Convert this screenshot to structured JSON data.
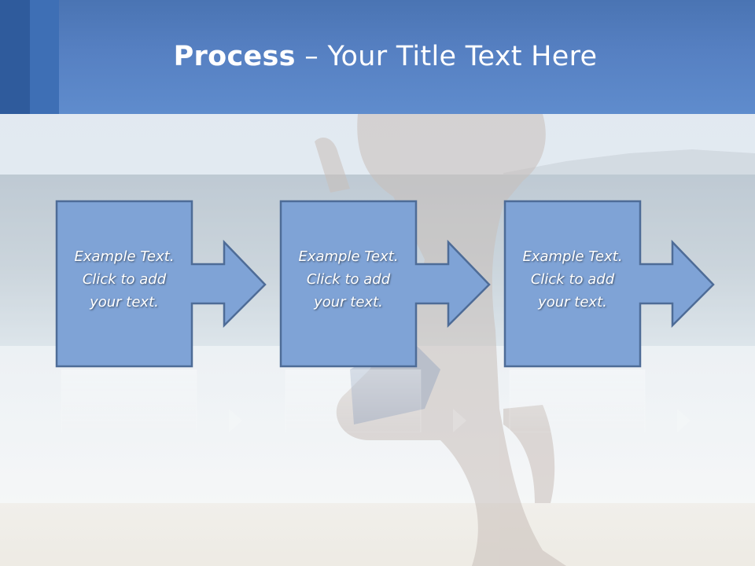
{
  "slide": {
    "title_bold": "Process",
    "title_rest": " – Your Title Text Here"
  },
  "steps": [
    {
      "line1": "Example Text.",
      "line2": "Click  to add",
      "line3": "your text."
    },
    {
      "line1": "Example Text.",
      "line2": "Click  to add",
      "line3": "your text."
    },
    {
      "line1": "Example Text.",
      "line2": "Click  to add",
      "line3": "your text."
    }
  ],
  "colors": {
    "header": "#5680c2",
    "box_fill": "#7fa3d6",
    "box_stroke": "#4e6c97",
    "title_text": "#ffffff"
  }
}
